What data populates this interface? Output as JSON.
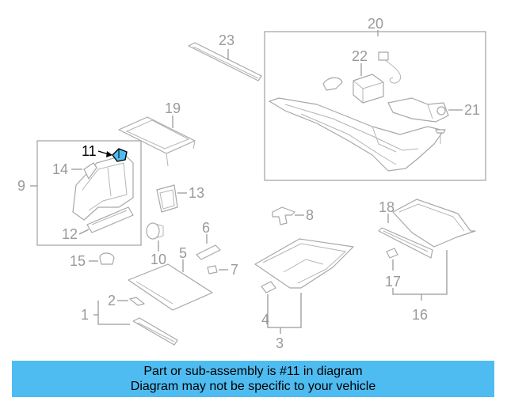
{
  "diagram": {
    "callouts": {
      "c1": "1",
      "c2": "2",
      "c3": "3",
      "c4": "4",
      "c5": "5",
      "c6": "6",
      "c7": "7",
      "c8": "8",
      "c9": "9",
      "c10": "10",
      "c11": "11",
      "c12": "12",
      "c13": "13",
      "c14": "14",
      "c15": "15",
      "c16": "16",
      "c17": "17",
      "c18": "18",
      "c19": "19",
      "c20": "20",
      "c21": "21",
      "c22": "22",
      "c23": "23"
    },
    "highlighted_part": "11",
    "colors": {
      "line": "#a8a8a8",
      "label": "#9a9a9a",
      "highlight_fill": "#4fbcf1",
      "banner": "#4fbcf1"
    }
  },
  "banner": {
    "line1": "Part or sub-assembly is #11 in diagram",
    "line2": "Diagram may not be specific to your vehicle"
  }
}
